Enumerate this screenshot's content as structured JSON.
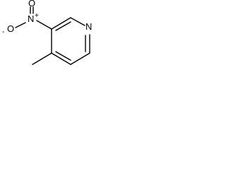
{
  "molecule": {
    "atoms": {
      "ring_nitrogen": "N",
      "nitro_nitrogen": "N",
      "nitro_oxygen_double": "O",
      "nitro_oxygen_single": "O"
    },
    "charges": {
      "nitro_nitrogen": "+",
      "nitro_oxygen_single": "-"
    }
  }
}
